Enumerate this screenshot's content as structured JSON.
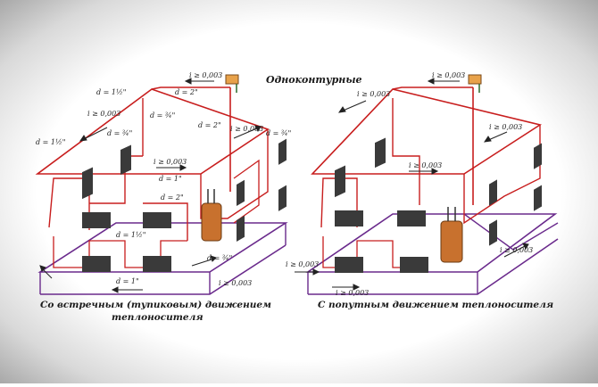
{
  "title": "Одноконтурные",
  "captions": {
    "left_line1": "Со встречным (тупиковым) движением",
    "left_line2": "теплоносителя",
    "right_line1": "С попутным движением теплоносителя"
  },
  "left_labels": {
    "i_top": "i ≥ 0,003",
    "d2_top": "d = 2\"",
    "d112_top": "d = 1½\"",
    "d34_top": "d = ¾\"",
    "i_left": "i ≥ 0,003",
    "d34_a": "d = ¾\"",
    "d2_mid": "d = 2\"",
    "i_mid_right": "i ≥ 0,003",
    "d34_right": "d = ¾\"",
    "d112_left": "d = 1½\"",
    "i_mid": "i ≥ 0,003",
    "d1_mid": "d = 1\"",
    "d2_low": "d = 2\"",
    "d112_low": "d = 1½\"",
    "d34_low": "d = ¾\"",
    "d1_bottom": "d = 1\"",
    "i_bottom": "i ≥ 0,003"
  },
  "right_labels": {
    "i_top": "i ≥ 0,003",
    "i_left": "i ≥ 0,003",
    "i_right": "i ≥ 0,003",
    "i_mid": "i ≥ 0,003",
    "i_low_left": "i ≥ 0,003",
    "i_low_right": "i ≥ 0,003",
    "i_bottom": "i ≥ 0,003"
  },
  "colors": {
    "supply": "#c81e1e",
    "return": "#6a2a8c",
    "radiator": "#3a3a3a",
    "boiler": "#c8712e",
    "frame": "#222222"
  }
}
